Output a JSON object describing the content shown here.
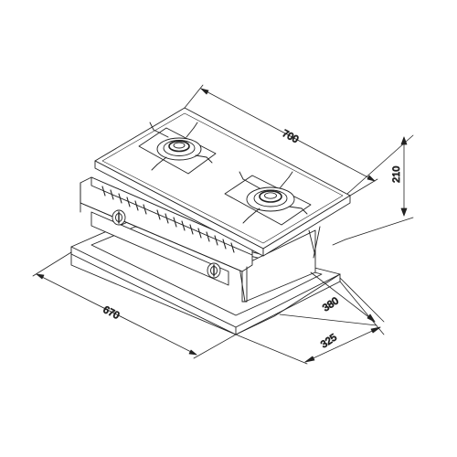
{
  "dimensions": {
    "width_top": "700",
    "height": "210",
    "depth_outer": "380",
    "depth_inner": "325",
    "width_bottom": "670"
  },
  "colors": {
    "line": "#222222",
    "fill": "#ffffff"
  }
}
